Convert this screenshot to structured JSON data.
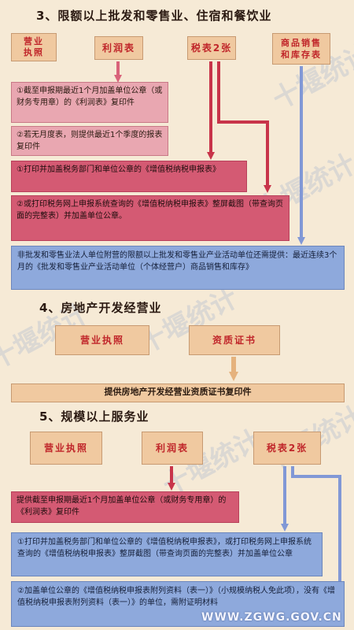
{
  "section3": {
    "title": "3、限额以上批发和零售业、住宿和餐饮业",
    "doc1": "营业\n执照",
    "doc2": "利润表",
    "doc3": "税表2张",
    "doc4": "商品销售\n和库存表",
    "pink1": "①截至申报期最近1个月加盖单位公章（或财务专用章）的《利润表》复印件",
    "pink2": "②若无月度表，则提供最近1个季度的报表复印件",
    "red1": "①打印并加盖税务部门和单位公章的《增值税纳税申报表》",
    "red2": "②或打印税务网上申报系统查询的《增值税纳税申报表》整屏截图（带查询页面的完整表）并加盖单位公章。",
    "blue1": "非批发和零售业法人单位附营的限额以上批发和零售业产业活动单位还需提供：最近连续3个月的《批发和零售业产业活动单位（个体经营户）商品销售和库存》"
  },
  "section4": {
    "title": "4、房地产开发经营业",
    "doc1": "营业执照",
    "doc2": "资质证书",
    "result": "提供房地产开发经营业资质证书复印件"
  },
  "section5": {
    "title": "5、规模以上服务业",
    "doc1": "营业执照",
    "doc2": "利润表",
    "doc3": "税表2张",
    "red1": "提供截至申报期最近1个月加盖单位公章（或财务专用章）的《利润表》复印件",
    "blue1": "①打印并加盖税务部门和单位公章的《增值税纳税申报表》，或打印税务网上申报系统查询的《增值税纳税申报表》整屏截图（带查询页面的完整表）并加盖单位公章",
    "blue2": "②加盖单位公章的《增值税纳税申报表附列资料（表一）》（小规模纳税人免此项），没有《增值税纳税申报表附列资料（表一）》的单位，需附证明材料"
  },
  "footer": {
    "site": "WWW.ZGWG.GOV.CN"
  },
  "watermark": {
    "text": "十堰统计"
  },
  "colors": {
    "background": "#f6ead6",
    "tan": "#f0c9a0",
    "red_arrow": "#c8344a",
    "blue_arrow": "#8198d6",
    "tan_arrow": "#e5b27d"
  }
}
